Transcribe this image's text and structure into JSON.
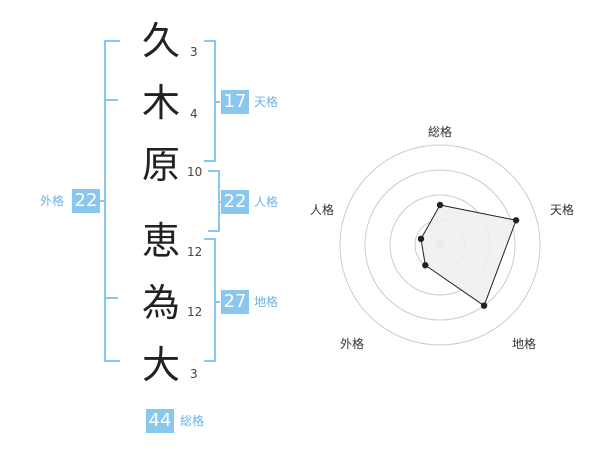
{
  "characters": [
    {
      "char": "久",
      "strokes": "3"
    },
    {
      "char": "木",
      "strokes": "4"
    },
    {
      "char": "原",
      "strokes": "10"
    },
    {
      "char": "恵",
      "strokes": "12"
    },
    {
      "char": "為",
      "strokes": "12"
    },
    {
      "char": "大",
      "strokes": "3"
    }
  ],
  "kaku": {
    "tenkaku": {
      "value": "17",
      "label": "天格"
    },
    "jinkaku": {
      "value": "22",
      "label": "人格"
    },
    "chikaku": {
      "value": "27",
      "label": "地格"
    },
    "gaikaku": {
      "value": "22",
      "label": "外格"
    },
    "soukaku": {
      "value": "44",
      "label": "総格"
    }
  },
  "radar": {
    "axes": [
      "総格",
      "天格",
      "地格",
      "外格",
      "人格"
    ],
    "values": [
      0.4,
      0.8,
      0.75,
      0.25,
      0.2
    ],
    "colors": {
      "fill": "#efefef",
      "stroke": "#222222",
      "grid": "#cccccc"
    }
  },
  "colors": {
    "accent": "#8ac7ee",
    "accent_text": "#6cb3e3"
  }
}
